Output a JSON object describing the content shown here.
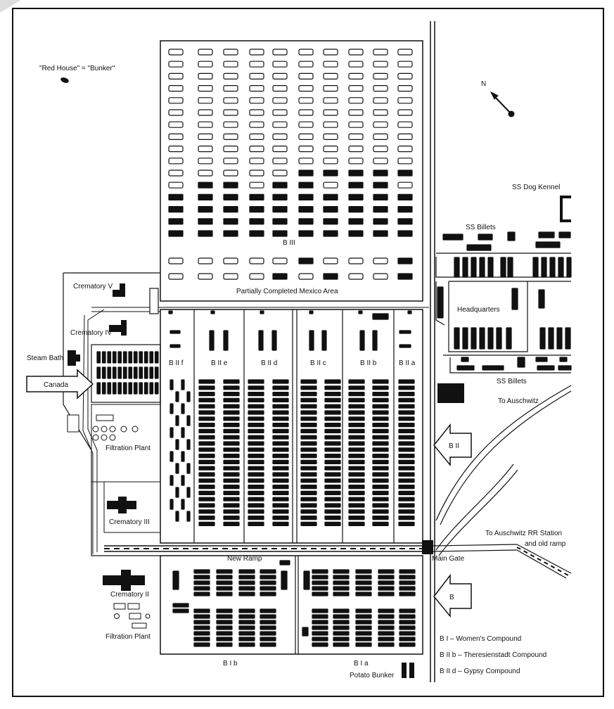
{
  "title": "",
  "labels": {
    "red_house": "\"Red House\" = \"Bunker\"",
    "north": "N",
    "ss_dog_kennel": "SS Dog Kennel",
    "ss_billets_top": "SS Billets",
    "b_iii": "B III",
    "mexico": "Partially Completed Mexico Area",
    "crematory_v": "Crematory V",
    "crematory_iv": "Crematory IV",
    "steam_bath": "Steam Bath",
    "headquarters": "Headquarters",
    "ss_billets_bottom": "SS Billets",
    "to_auschwitz": "To Auschwitz",
    "filtration_plant_top": "Filtration Plant",
    "crematory_iii": "Crematory III",
    "to_rr_station_1": "To Auschwitz RR Station",
    "to_rr_station_2": "and old ramp",
    "new_ramp": "New Ramp",
    "main_gate": "Main Gate",
    "crematory_ii": "Crematory II",
    "filtration_plant_bottom": "Filtration Plant",
    "b_i_b": "B I b",
    "b_i_a": "B I a",
    "potato_bunker": "Potato Bunker"
  },
  "compounds": {
    "b_ii_f": "B II f",
    "b_ii_e": "B II e",
    "b_ii_d": "B II d",
    "b_ii_c": "B II c",
    "b_ii_b": "B II b",
    "b_ii_a": "B II a"
  },
  "arrows": {
    "canada": "Canada",
    "b_ii": "B II",
    "b": "B"
  },
  "legend": [
    "B I  –  Women's Compound",
    "B II b  –  Theresienstadt Compound",
    "B II d  –  Gypsy Compound"
  ]
}
